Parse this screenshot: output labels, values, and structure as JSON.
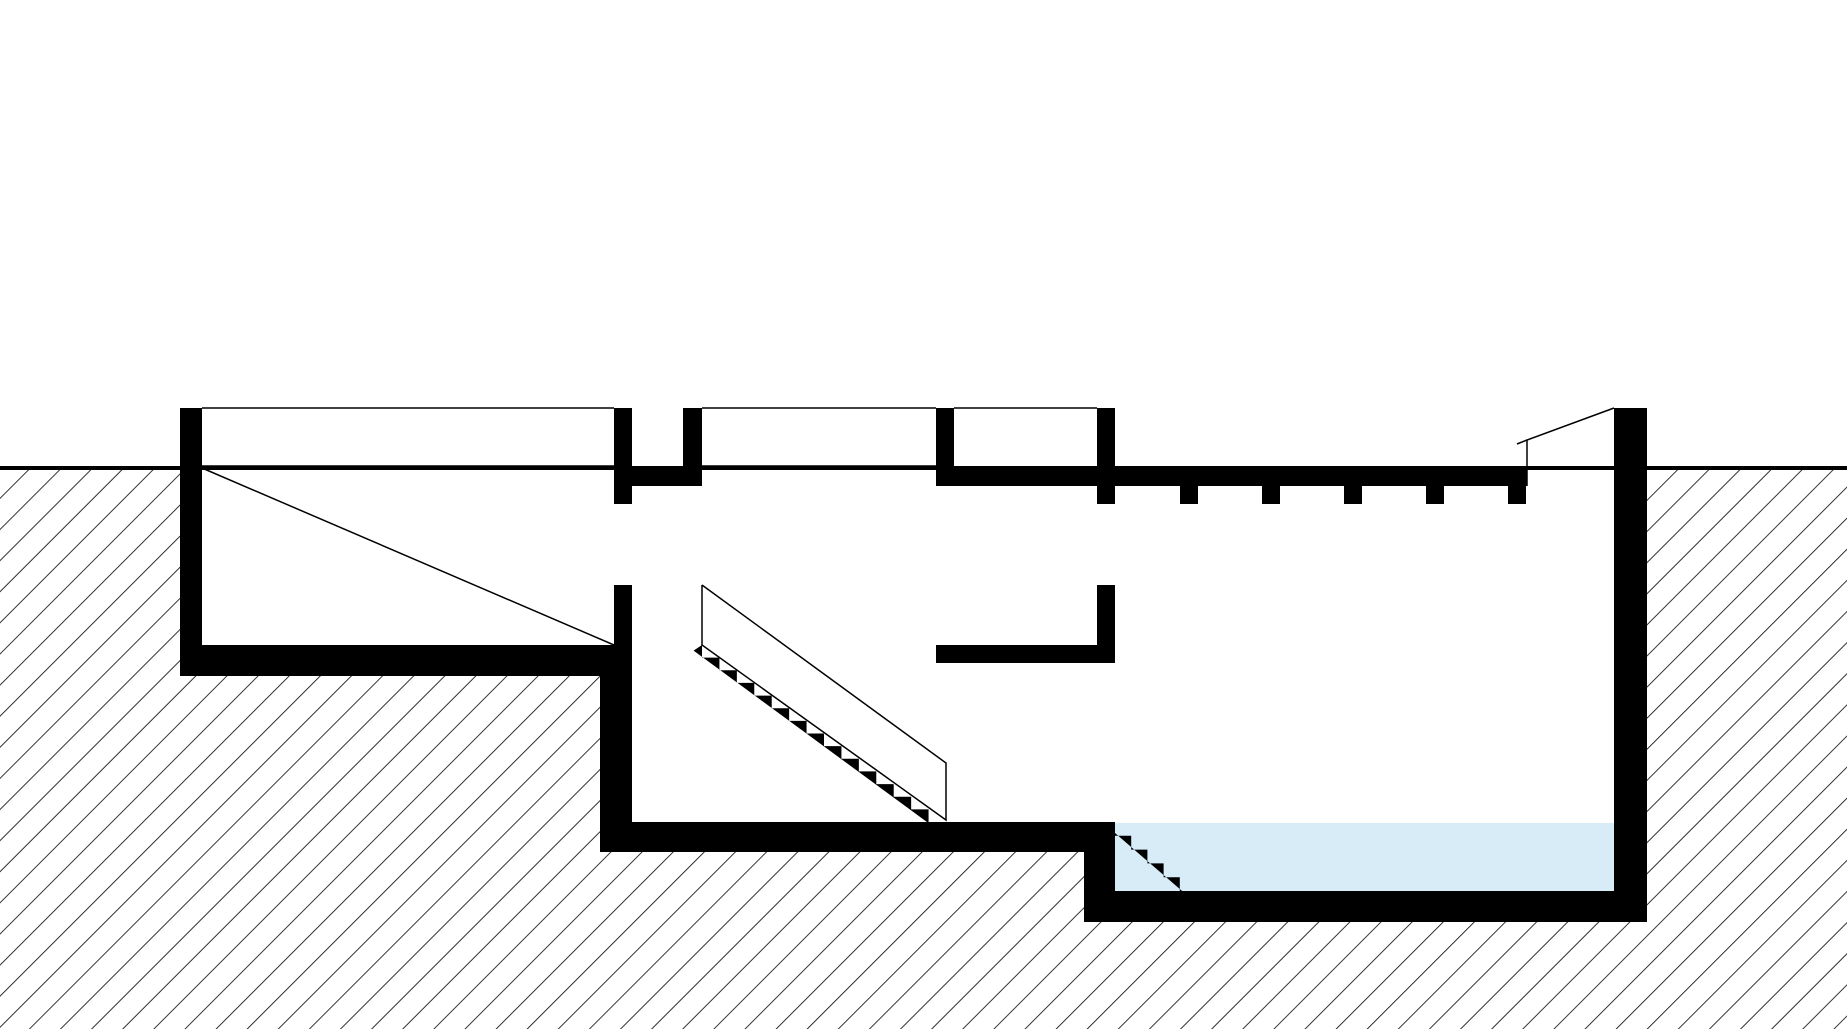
{
  "diagram": {
    "kind": "architectural-section",
    "colors": {
      "background": "#ffffff",
      "wall": "#000000",
      "ground_hatch": "#000000",
      "water": "#d8ecf8",
      "line": "#000000"
    },
    "elements": [
      "ground-hatching",
      "ground-line",
      "upper-level-room",
      "light-wells",
      "ceiling-beams",
      "main-stair",
      "pool-steps",
      "pool-water",
      "ramp-line",
      "skylight"
    ]
  }
}
